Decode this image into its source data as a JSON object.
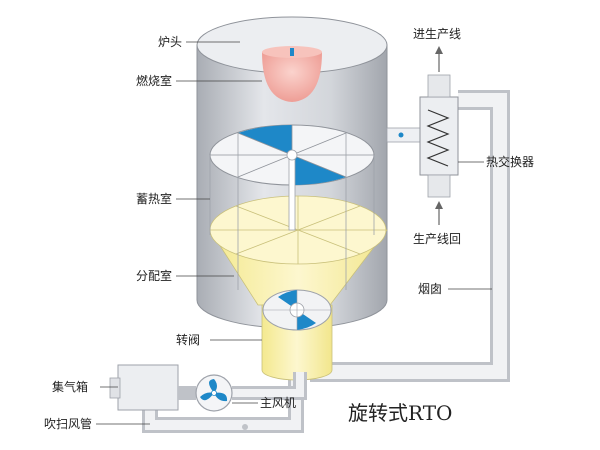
{
  "diagram": {
    "title": "旋转式RTO",
    "labels": {
      "burner": "炉头",
      "combustion_chamber": "燃烧室",
      "regenerator": "蓄热室",
      "distribution_chamber": "分配室",
      "rotary_valve": "转阀",
      "collection_box": "集气箱",
      "purge_pipe": "吹扫风管",
      "main_fan": "主风机",
      "to_production_line": "进生产线",
      "heat_exchanger": "热交换器",
      "from_production_line": "生产线回",
      "flue": "烟囱"
    },
    "colors": {
      "shell": "#c9ccd2",
      "shell_dark": "#9ea2aa",
      "burner_flame": "#f5b7b0",
      "regenerator_blue": "#1e88c8",
      "distributor_yellow": "#fbf3b4",
      "pipe": "#e6e7ea",
      "arrow": "#666666"
    }
  }
}
